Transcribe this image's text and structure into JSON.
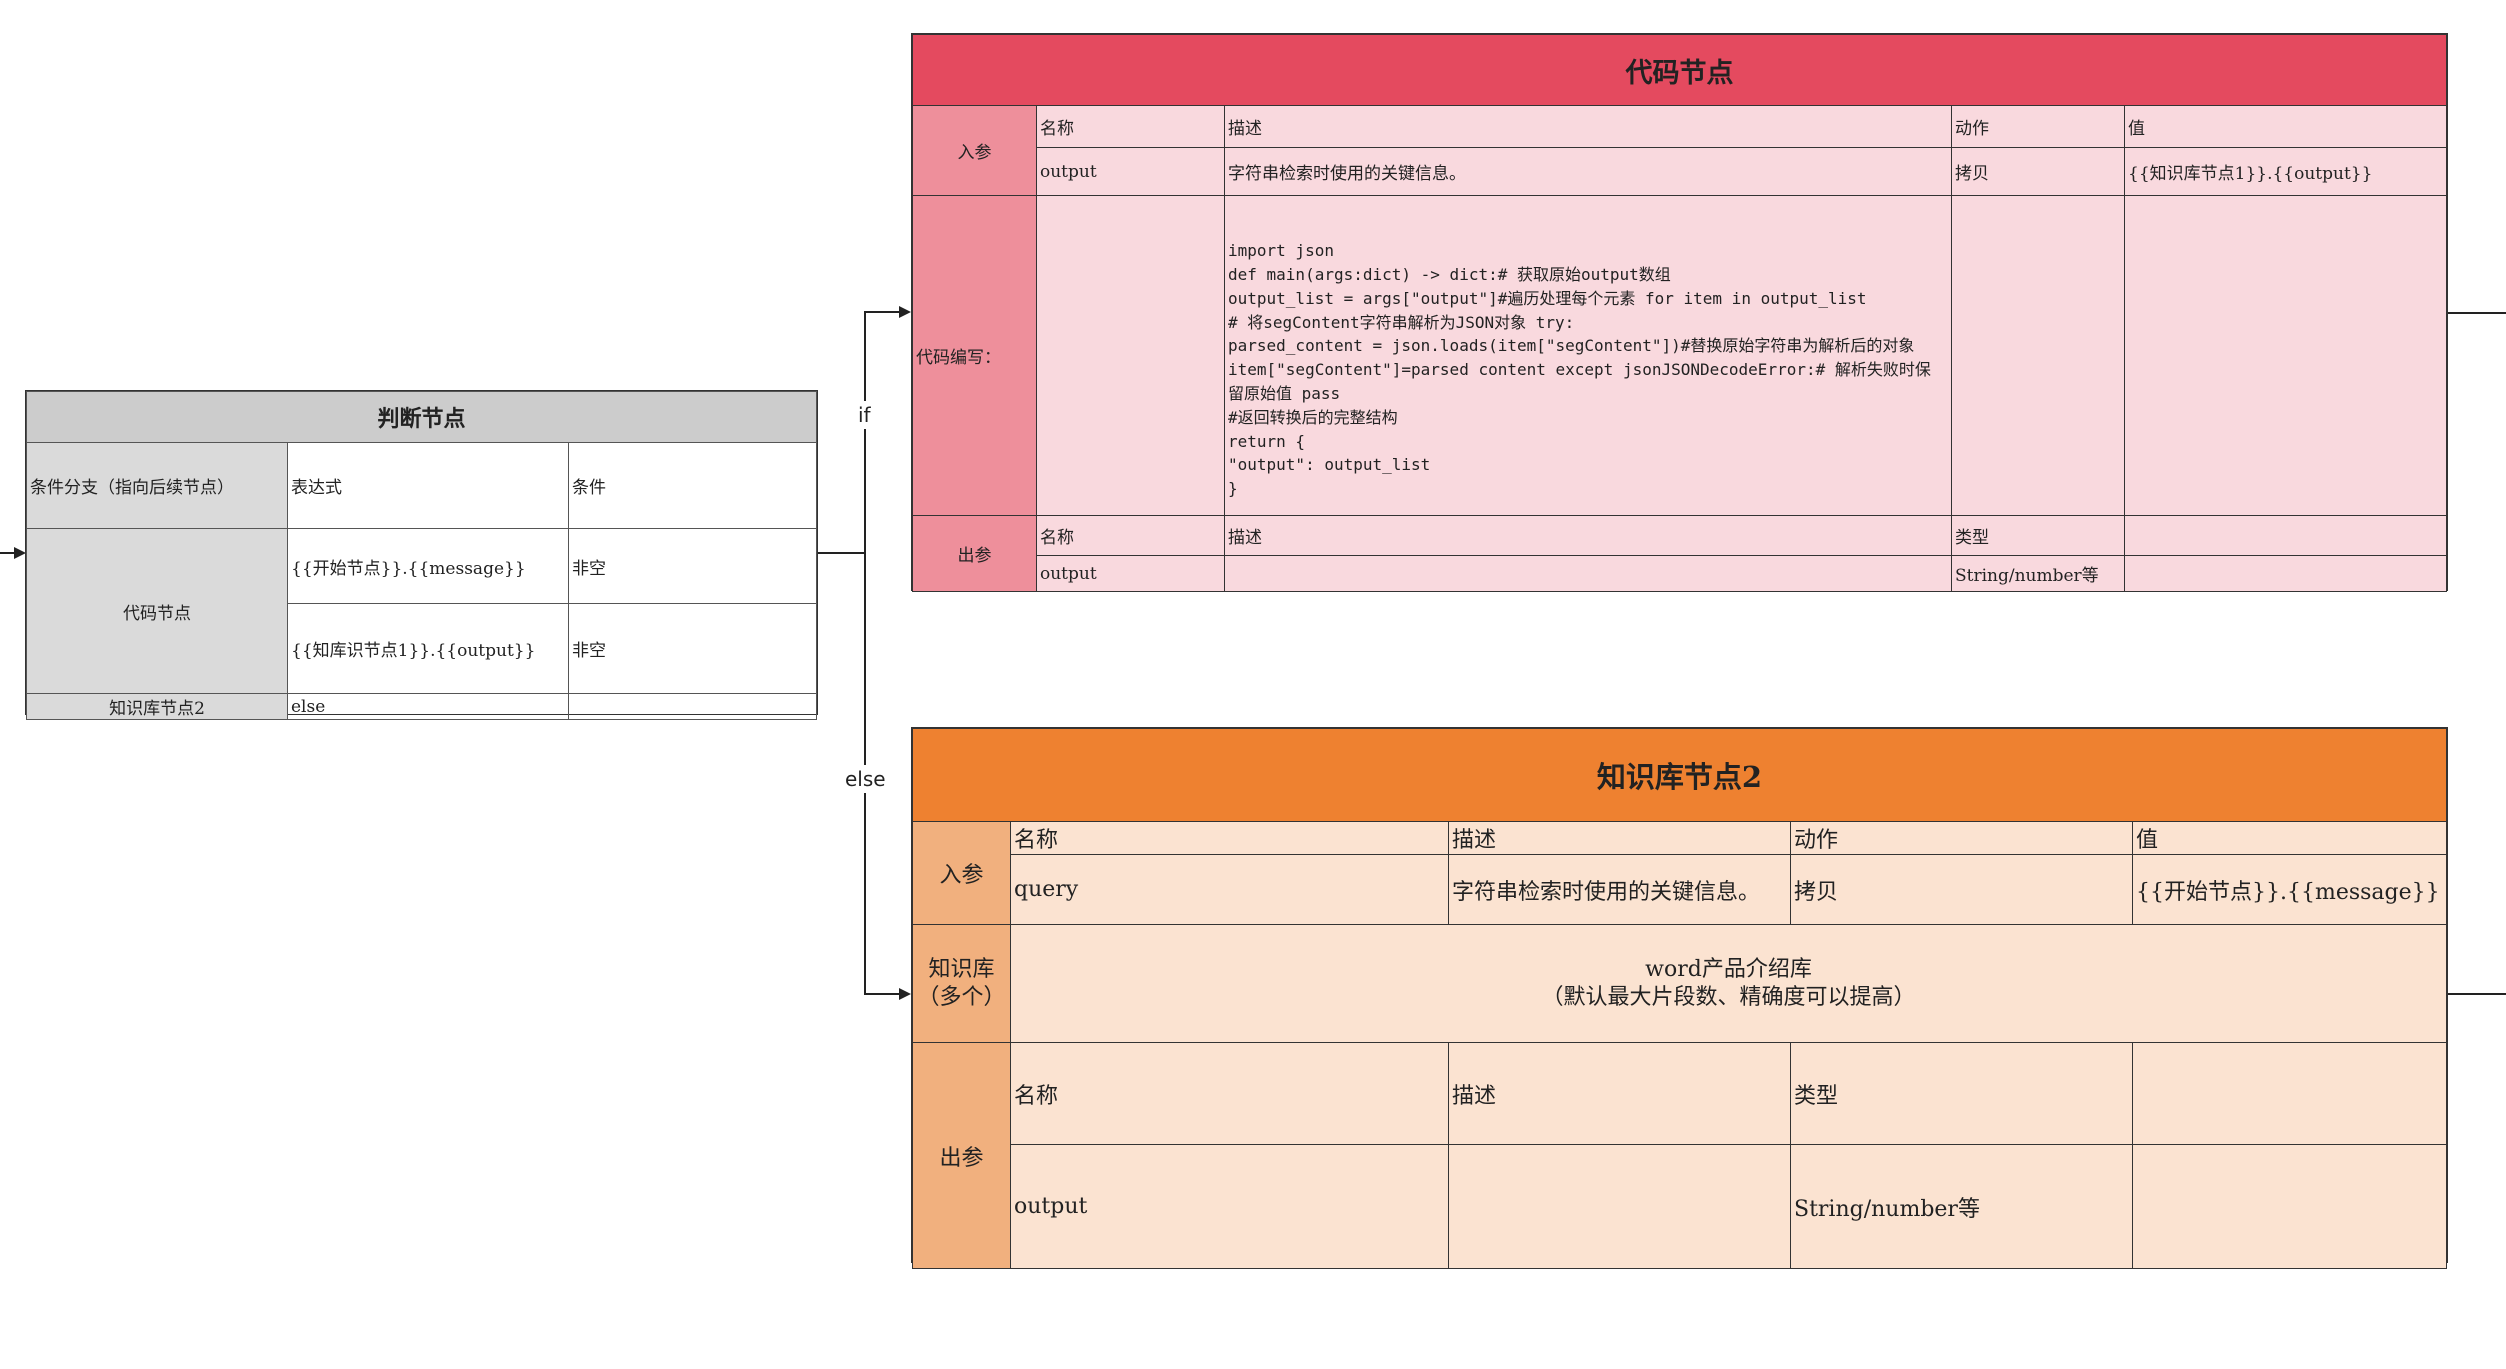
{
  "judge": {
    "title": "判断节点",
    "header": {
      "col1": "条件分支（指向后续节点）",
      "col2": "表达式",
      "col3": "条件"
    },
    "branch_code": {
      "label": "代码节点",
      "rows": [
        {
          "expr": "{{开始节点}}.{{message}}",
          "cond": "非空"
        },
        {
          "expr": "{{知库识节点1}}.{{output}}",
          "cond": "非空"
        }
      ]
    },
    "branch_kb": {
      "label": "知识库节点2",
      "expr": "else",
      "cond": ""
    }
  },
  "code_node": {
    "title": "代码节点",
    "input_label": "入参",
    "input_header": {
      "name": "名称",
      "desc": "描述",
      "action": "动作",
      "value": "值"
    },
    "input_row": {
      "name": "output",
      "desc": "字符串检索时使用的关键信息。",
      "action": "拷贝",
      "value": "{{知识库节点1}}.{{output}}"
    },
    "code_label": "代码编写：",
    "code": "import json\ndef main(args:dict) -> dict:# 获取原始output数组\noutput_list = args[\"output\"]#遍历处理每个元素 for item in output_list\n# 将segContent字符串解析为JSON对象 try:\nparsed_content = json.loads(item[\"segContent\"])#替换原始字符串为解析后的对象\nitem[\"segContent\"]=parsed content except jsonJSONDecodeError:# 解析失败时保\n留原始值 pass\n#返回转换后的完整结构\nreturn {\n\"output\": output_list\n}",
    "output_label": "出参",
    "output_header": {
      "name": "名称",
      "desc": "描述",
      "type": "类型"
    },
    "output_row": {
      "name": "output",
      "desc": "",
      "type": "String/number等"
    }
  },
  "kb_node": {
    "title": "知识库节点2",
    "input_label": "入参",
    "input_header": {
      "name": "名称",
      "desc": "描述",
      "action": "动作",
      "value": "值"
    },
    "input_row": {
      "name": "query",
      "desc": "字符串检索时使用的关键信息。",
      "action": "拷贝",
      "value": "{{开始节点}}.{{message}}"
    },
    "kb_label_1": "知识库",
    "kb_label_2": "（多个）",
    "kb_value_1": "word产品介绍库",
    "kb_value_2": "（默认最大片段数、精确度可以提高）",
    "output_label": "出参",
    "output_header": {
      "name": "名称",
      "desc": "描述",
      "type": "类型"
    },
    "output_row": {
      "name": "output",
      "desc": "",
      "type": "String/number等"
    }
  },
  "edges": {
    "if_label": "if",
    "else_label": "else"
  }
}
